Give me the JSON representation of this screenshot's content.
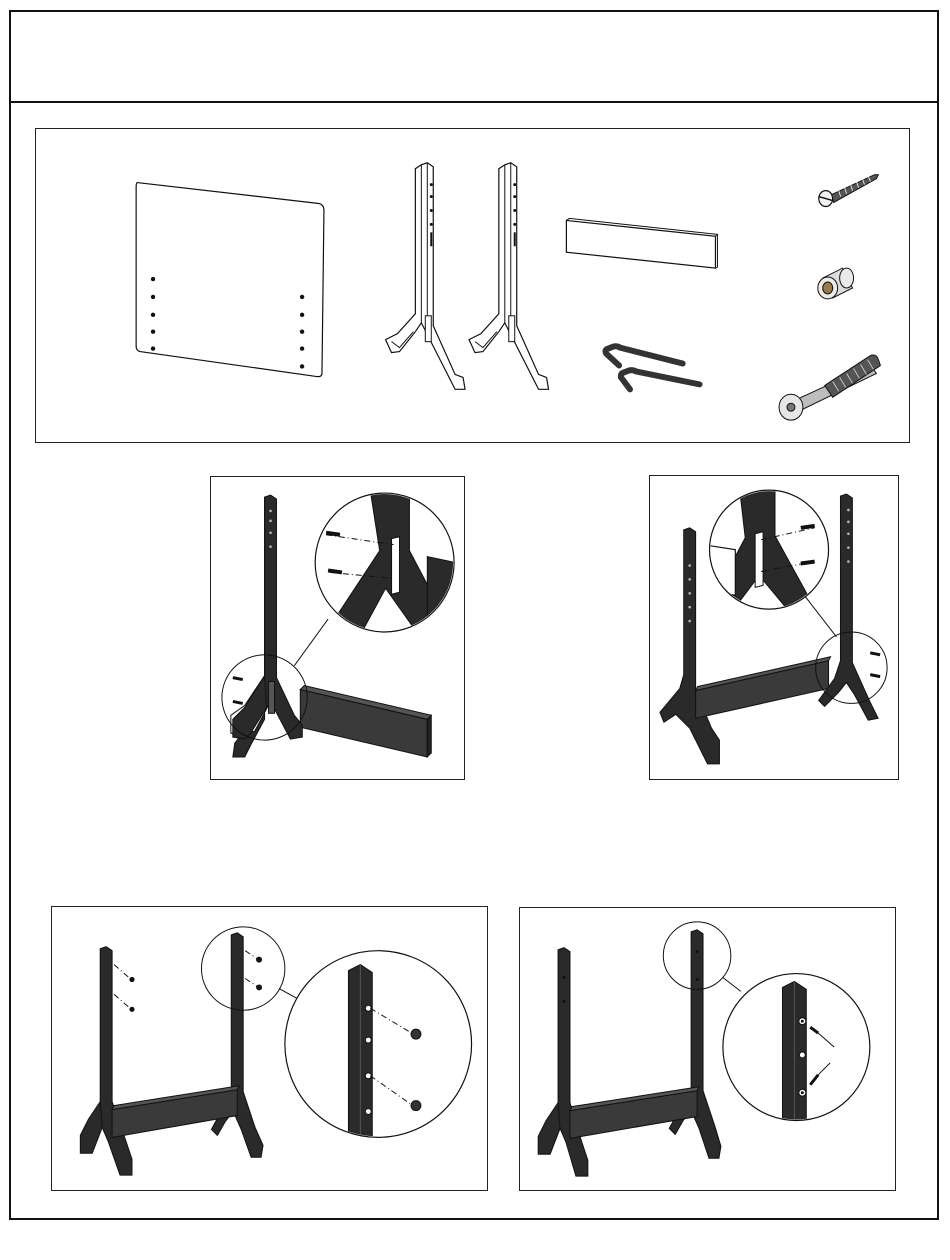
{
  "page": {
    "header_text": ""
  },
  "parts": {
    "items": [
      {
        "icon": "panel-icon"
      },
      {
        "icon": "leg-frame-icon"
      },
      {
        "icon": "leg-frame-icon"
      },
      {
        "icon": "crossbar-icon"
      },
      {
        "icon": "allen-key-icon"
      },
      {
        "icon": "allen-key-icon"
      },
      {
        "icon": "wood-screw-icon"
      },
      {
        "icon": "barrel-nut-icon"
      },
      {
        "icon": "connector-bolt-icon"
      }
    ]
  },
  "steps": [
    {
      "id": 1,
      "icon": "attach-crossbar-left-diagram"
    },
    {
      "id": 2,
      "icon": "attach-crossbar-right-diagram"
    },
    {
      "id": 3,
      "icon": "insert-bolts-diagram"
    },
    {
      "id": 4,
      "icon": "tighten-bolts-diagram"
    }
  ],
  "colors": {
    "line": "#111111",
    "part_dark": "#3a3a3a",
    "background": "#ffffff"
  }
}
